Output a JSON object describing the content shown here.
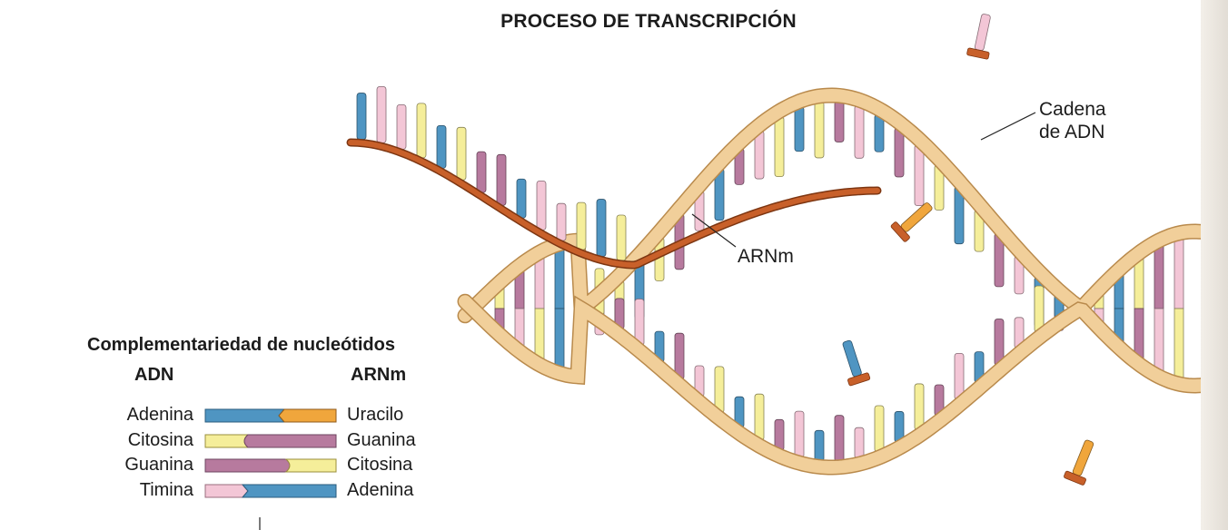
{
  "title": "PROCESO DE TRANSCRIPCIÓN",
  "labels": {
    "dna_strand": [
      "Cadena",
      "de ADN"
    ],
    "mrna": "ARNm"
  },
  "legend": {
    "title": "Complementariedad de nucleótidos",
    "col_left": "ADN",
    "col_right": "ARNm",
    "pairs": [
      {
        "dna": "Adenina",
        "rna": "Uracilo"
      },
      {
        "dna": "Citosina",
        "rna": "Guanina"
      },
      {
        "dna": "Guanina",
        "rna": "Citosina"
      },
      {
        "dna": "Timina",
        "rna": "Adenina"
      }
    ]
  },
  "colors": {
    "ribbon": "#f1cf9a",
    "ribbon_edge": "#b98a4c",
    "mrna_backbone": "#c8602a",
    "adenine": "#4f95c2",
    "uracil": "#f0a63c",
    "cytosine": "#f5ee9a",
    "guanine": "#b77a9e",
    "thymine": "#f3c6d6",
    "free_base_cap": "#c8602a"
  }
}
